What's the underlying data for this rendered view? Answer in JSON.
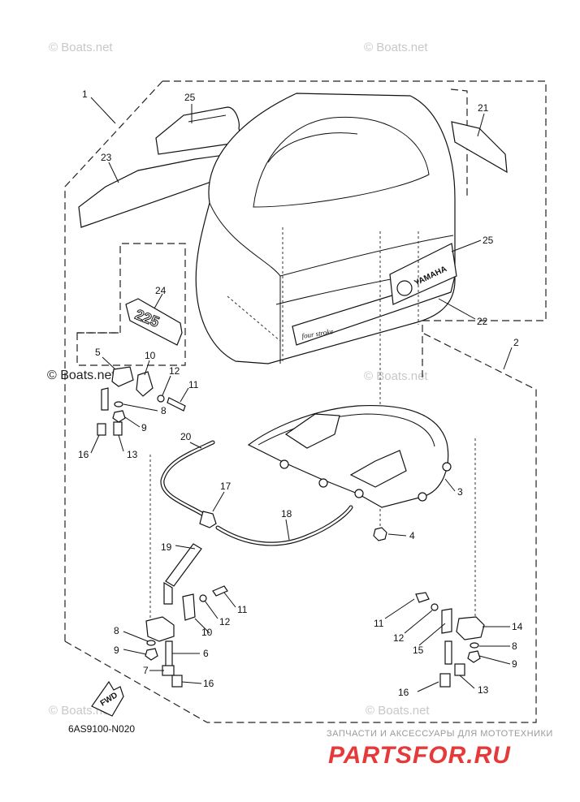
{
  "watermarks": {
    "copyright": "© Boats.net",
    "brand_header": "ЗАПЧАСТИ И АКСЕССУАРЫ ДЛЯ МОТОТЕХНИКИ",
    "brand_logo": "PARTSFOR.RU"
  },
  "diagram_code": "6AS9100-N020",
  "fwd_label": "FWD",
  "cowling_text": {
    "brand": "YAMAHA",
    "model": "four stroke",
    "number": "225"
  },
  "callouts": [
    {
      "id": "c1",
      "text": "1"
    },
    {
      "id": "c25a",
      "text": "25"
    },
    {
      "id": "c23",
      "text": "23"
    },
    {
      "id": "c21",
      "text": "21"
    },
    {
      "id": "c25b",
      "text": "25"
    },
    {
      "id": "c24",
      "text": "24"
    },
    {
      "id": "c22",
      "text": "22"
    },
    {
      "id": "c2",
      "text": "2"
    },
    {
      "id": "c5",
      "text": "5"
    },
    {
      "id": "c10a",
      "text": "10"
    },
    {
      "id": "c12a",
      "text": "12"
    },
    {
      "id": "c11a",
      "text": "11"
    },
    {
      "id": "c8a",
      "text": "8"
    },
    {
      "id": "c9a",
      "text": "9"
    },
    {
      "id": "c16a",
      "text": "16"
    },
    {
      "id": "c13a",
      "text": "13"
    },
    {
      "id": "c20",
      "text": "20"
    },
    {
      "id": "c3",
      "text": "3"
    },
    {
      "id": "c4",
      "text": "4"
    },
    {
      "id": "c17",
      "text": "17"
    },
    {
      "id": "c18",
      "text": "18"
    },
    {
      "id": "c19",
      "text": "19"
    },
    {
      "id": "c11b",
      "text": "11"
    },
    {
      "id": "c12b",
      "text": "12"
    },
    {
      "id": "c10b",
      "text": "10"
    },
    {
      "id": "c8b",
      "text": "8"
    },
    {
      "id": "c9b",
      "text": "9"
    },
    {
      "id": "c6",
      "text": "6"
    },
    {
      "id": "c7",
      "text": "7"
    },
    {
      "id": "c16b",
      "text": "16"
    },
    {
      "id": "c11c",
      "text": "11"
    },
    {
      "id": "c12c",
      "text": "12"
    },
    {
      "id": "c15",
      "text": "15"
    },
    {
      "id": "c14",
      "text": "14"
    },
    {
      "id": "c8c",
      "text": "8"
    },
    {
      "id": "c9c",
      "text": "9"
    },
    {
      "id": "c16c",
      "text": "16"
    },
    {
      "id": "c13b",
      "text": "13"
    }
  ]
}
